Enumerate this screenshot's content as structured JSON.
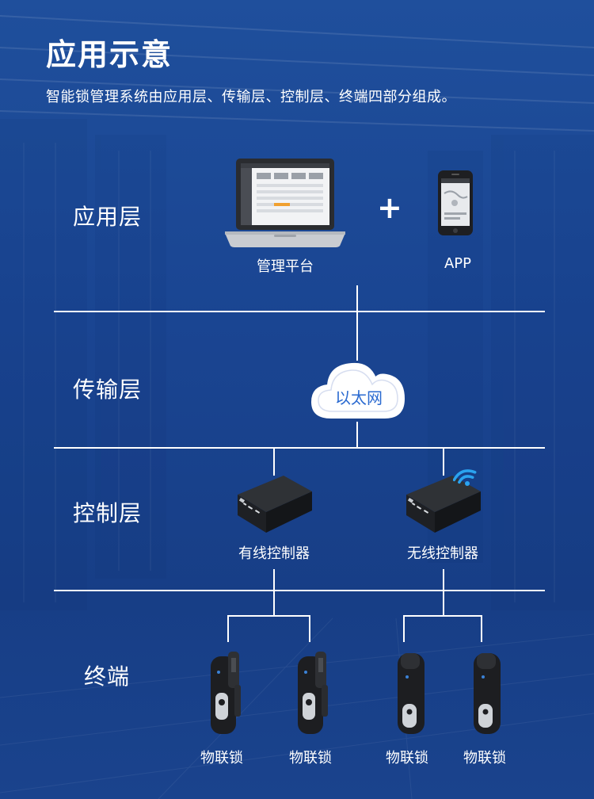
{
  "header": {
    "title": "应用示意",
    "subtitle": "智能锁管理系统由应用层、传输层、控制层、终端四部分组成。"
  },
  "layers": {
    "application": "应用层",
    "transport": "传输层",
    "control": "控制层",
    "terminal": "终端"
  },
  "nodes": {
    "platform_label": "管理平台",
    "plus_symbol": "+",
    "app_label": "APP",
    "cloud_label": "以太网",
    "wired_controller_label": "有线控制器",
    "wireless_controller_label": "无线控制器",
    "locks": [
      "物联锁",
      "物联锁",
      "物联锁",
      "物联锁"
    ]
  },
  "colors": {
    "background": "#1b4690",
    "line": "#ffffff",
    "cloud_text": "#2a6ad0",
    "wifi": "#2aa3f0"
  }
}
